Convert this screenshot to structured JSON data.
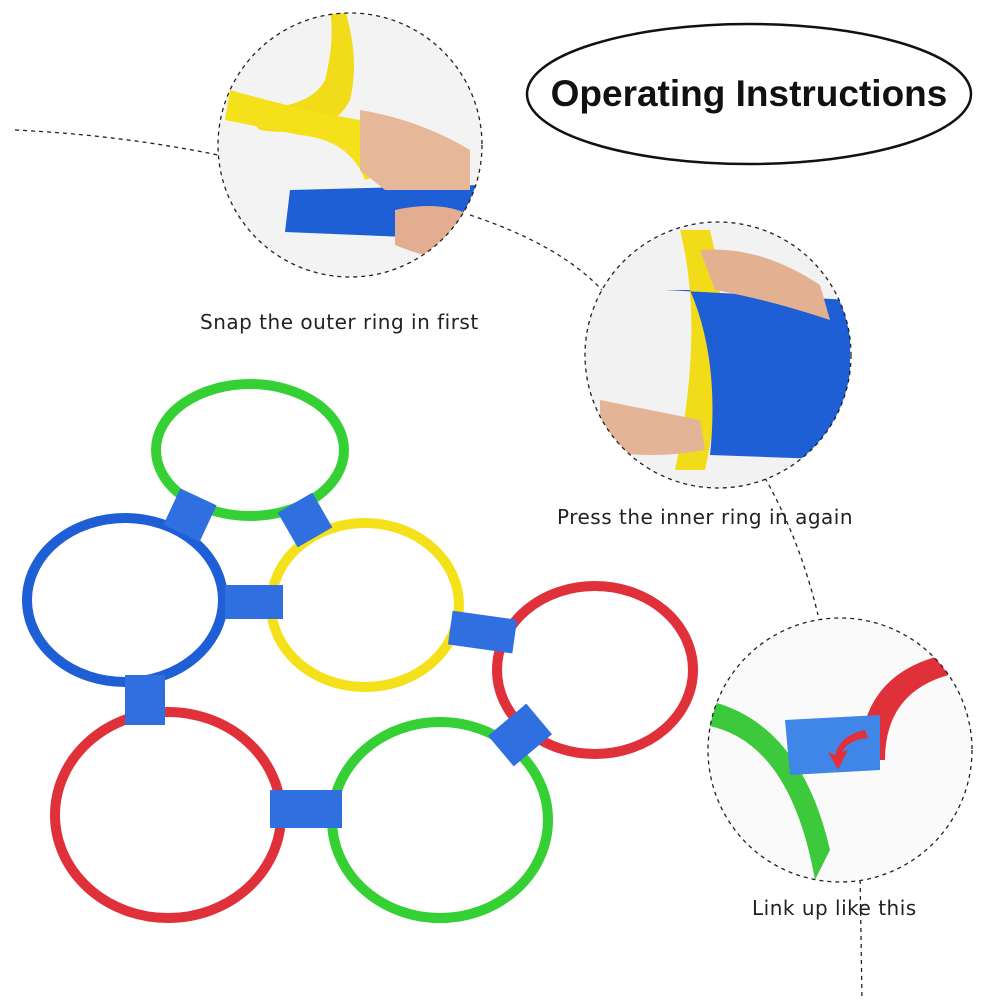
{
  "title": "Operating Instructions",
  "steps": [
    {
      "caption": "Snap the outer ring in first"
    },
    {
      "caption": "Press the inner ring in again"
    },
    {
      "caption": "Link up like this"
    }
  ],
  "colors": {
    "green": "#2ecc2e",
    "blue": "#1f5fd6",
    "yellow": "#f5e11a",
    "red": "#e0303a",
    "connector": "#2f6fe0"
  }
}
